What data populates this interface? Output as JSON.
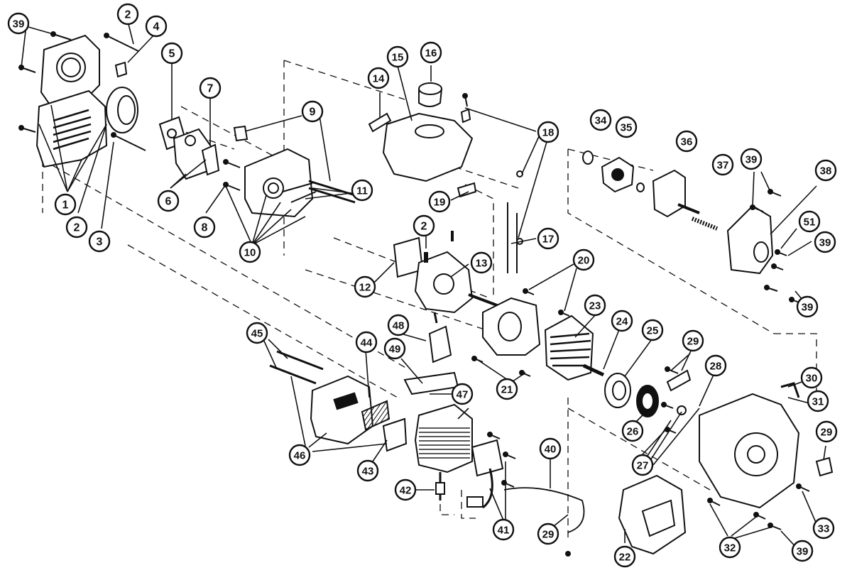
{
  "diagram": {
    "type": "exploded-parts-view",
    "part_numbers": [
      "1",
      "2",
      "3",
      "4",
      "5",
      "6",
      "7",
      "8",
      "9",
      "10",
      "11",
      "12",
      "13",
      "14",
      "15",
      "16",
      "17",
      "18",
      "19",
      "20",
      "21",
      "22",
      "23",
      "24",
      "25",
      "26",
      "27",
      "28",
      "29",
      "30",
      "31",
      "32",
      "33",
      "34",
      "35",
      "36",
      "37",
      "38",
      "39",
      "40",
      "41",
      "42",
      "43",
      "44",
      "45",
      "46",
      "47",
      "48",
      "49",
      "51"
    ],
    "callouts": [
      {
        "id": "c39a",
        "label": "39"
      },
      {
        "id": "c2a",
        "label": "2"
      },
      {
        "id": "c4",
        "label": "4"
      },
      {
        "id": "c5",
        "label": "5"
      },
      {
        "id": "c1",
        "label": "1"
      },
      {
        "id": "c2b",
        "label": "2"
      },
      {
        "id": "c3",
        "label": "3"
      },
      {
        "id": "c6",
        "label": "6"
      },
      {
        "id": "c7",
        "label": "7"
      },
      {
        "id": "c8",
        "label": "8"
      },
      {
        "id": "c9",
        "label": "9"
      },
      {
        "id": "c10",
        "label": "10"
      },
      {
        "id": "c11",
        "label": "11"
      },
      {
        "id": "c14",
        "label": "14"
      },
      {
        "id": "c15",
        "label": "15"
      },
      {
        "id": "c16",
        "label": "16"
      },
      {
        "id": "c18",
        "label": "18"
      },
      {
        "id": "c19",
        "label": "19"
      },
      {
        "id": "c17",
        "label": "17"
      },
      {
        "id": "c2c",
        "label": "2"
      },
      {
        "id": "c12",
        "label": "12"
      },
      {
        "id": "c13",
        "label": "13"
      },
      {
        "id": "c34",
        "label": "34"
      },
      {
        "id": "c35",
        "label": "35"
      },
      {
        "id": "c36",
        "label": "36"
      },
      {
        "id": "c37",
        "label": "37"
      },
      {
        "id": "c39b",
        "label": "39"
      },
      {
        "id": "c38",
        "label": "38"
      },
      {
        "id": "c51",
        "label": "51"
      },
      {
        "id": "c39c",
        "label": "39"
      },
      {
        "id": "c39d",
        "label": "39"
      },
      {
        "id": "c20",
        "label": "20"
      },
      {
        "id": "c23",
        "label": "23"
      },
      {
        "id": "c24",
        "label": "24"
      },
      {
        "id": "c25",
        "label": "25"
      },
      {
        "id": "c29a",
        "label": "29"
      },
      {
        "id": "c28",
        "label": "28"
      },
      {
        "id": "c30",
        "label": "30"
      },
      {
        "id": "c31",
        "label": "31"
      },
      {
        "id": "c29b",
        "label": "29"
      },
      {
        "id": "c21",
        "label": "21"
      },
      {
        "id": "c48",
        "label": "48"
      },
      {
        "id": "c49",
        "label": "49"
      },
      {
        "id": "c47",
        "label": "47"
      },
      {
        "id": "c45",
        "label": "45"
      },
      {
        "id": "c44",
        "label": "44"
      },
      {
        "id": "c46",
        "label": "46"
      },
      {
        "id": "c43",
        "label": "43"
      },
      {
        "id": "c42",
        "label": "42"
      },
      {
        "id": "c41",
        "label": "41"
      },
      {
        "id": "c40",
        "label": "40"
      },
      {
        "id": "c29c",
        "label": "29"
      },
      {
        "id": "c26",
        "label": "26"
      },
      {
        "id": "c27",
        "label": "27"
      },
      {
        "id": "c22",
        "label": "22"
      },
      {
        "id": "c32",
        "label": "32"
      },
      {
        "id": "c33",
        "label": "33"
      },
      {
        "id": "c39e",
        "label": "39"
      }
    ]
  }
}
